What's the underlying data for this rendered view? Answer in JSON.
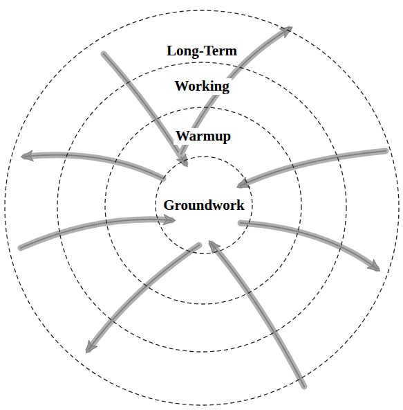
{
  "diagram": {
    "nodes": [
      {
        "text": [
          "Long-Term"
        ]
      },
      {
        "text": [
          "Working"
        ],
        "in": 0
      },
      {
        "text": [
          "Warmup"
        ],
        "in": 1
      },
      {
        "text": [
          "Groundwork"
        ],
        "in": 2
      }
    ]
  }
}
